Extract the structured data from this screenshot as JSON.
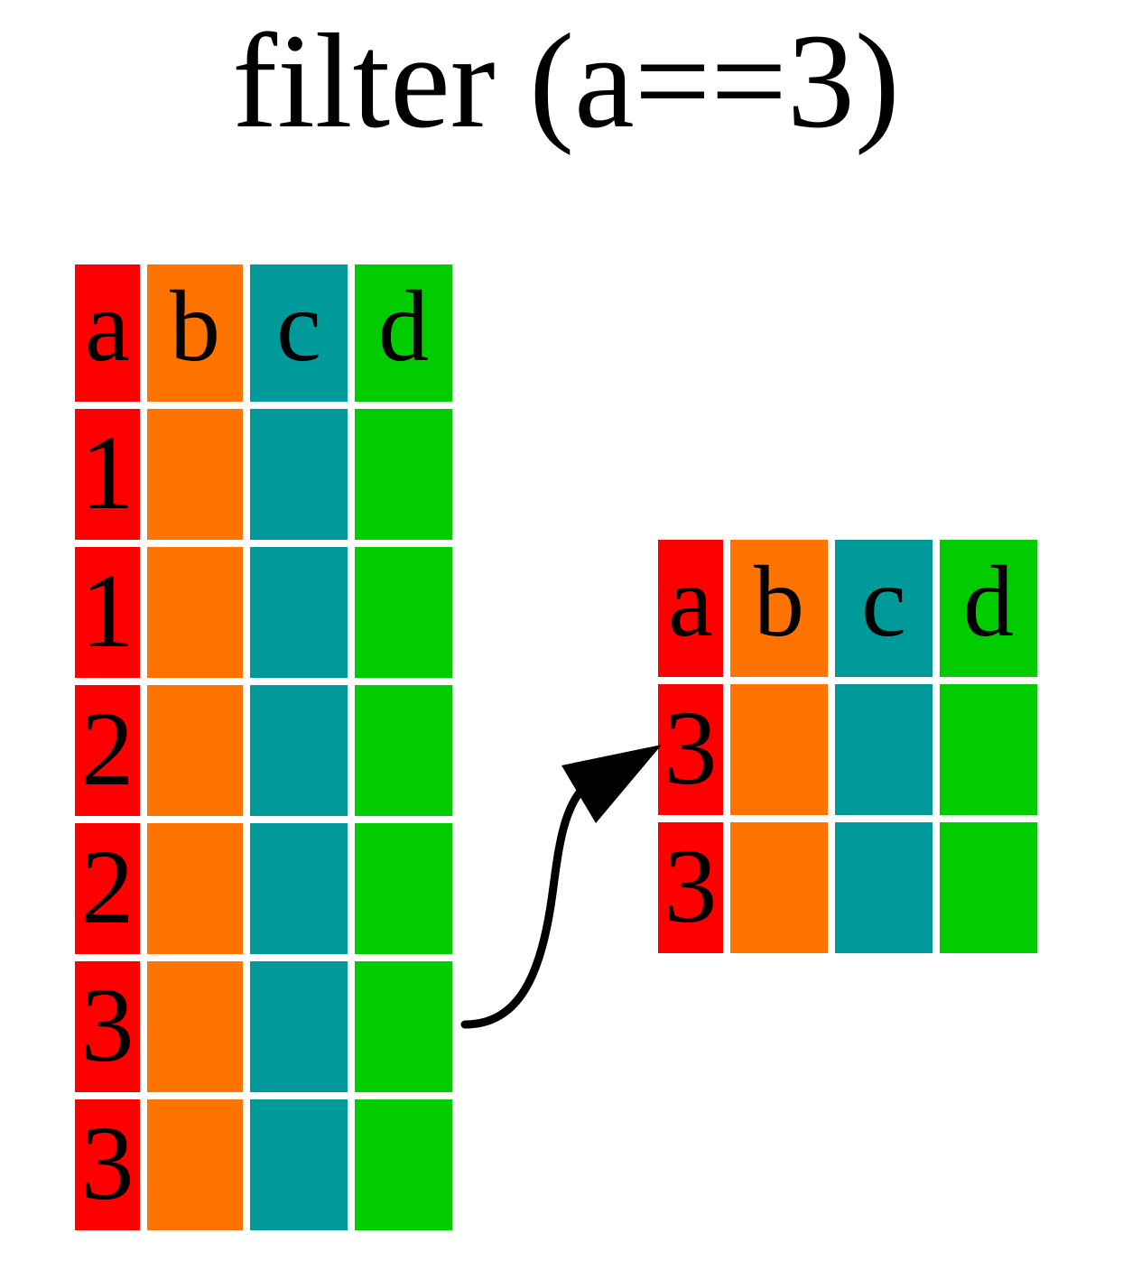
{
  "title": "filter (a==3)",
  "colors": {
    "a": "#ff0000",
    "b": "#ff7400",
    "c": "#009a9a",
    "d": "#00cc00"
  },
  "input_table": {
    "headers": [
      "a",
      "b",
      "c",
      "d"
    ],
    "a_values": [
      "1",
      "1",
      "2",
      "2",
      "3",
      "3"
    ]
  },
  "output_table": {
    "headers": [
      "a",
      "b",
      "c",
      "d"
    ],
    "a_values": [
      "3",
      "3"
    ]
  }
}
